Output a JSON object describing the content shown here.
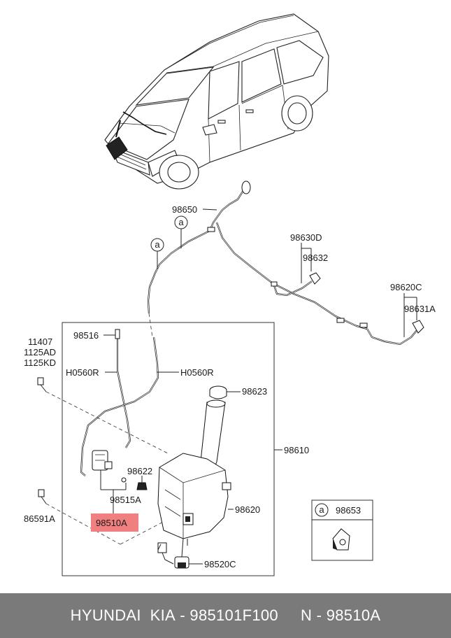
{
  "labels": {
    "p98650": "98650",
    "callout_a": "a",
    "p98630D": "98630D",
    "p98632": "98632",
    "p98620C": "98620C",
    "p98631A": "98631A",
    "p11407": "11407",
    "p1125AD": "1125AD",
    "p1125KD": "1125KD",
    "p98516": "98516",
    "h0560r": "H0560R",
    "p98623": "98623",
    "p98610": "98610",
    "p98622": "98622",
    "p98515A": "98515A",
    "p98510A": "98510A",
    "p86591A": "86591A",
    "p98620": "98620",
    "p98520C": "98520C",
    "p98653": "98653"
  },
  "highlight_color": "#f08080",
  "footer": {
    "brand": "HYUNDAI  KIA",
    "sep1": " - ",
    "part_number": "985101F100",
    "spacer": "     ",
    "n_label": "N",
    "sep2": " - ",
    "n_value": "98510A"
  }
}
